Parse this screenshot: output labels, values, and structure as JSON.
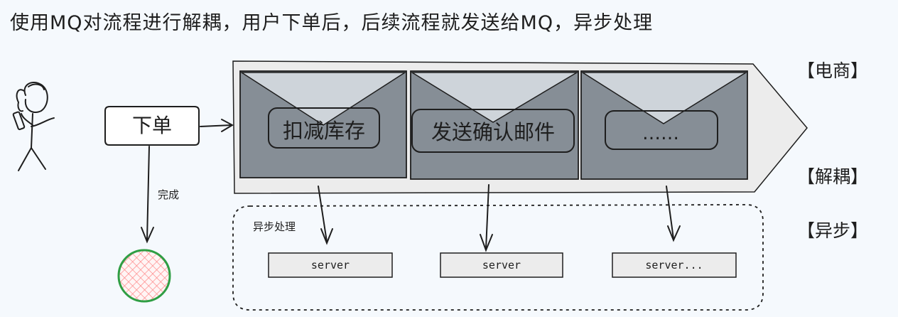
{
  "title": "使用MQ对流程进行解耦，用户下单后，后续流程就发送给MQ，异步处理",
  "labels": {
    "ecommerce": "【电商】",
    "decouple": "【解耦】",
    "async": "【异步】"
  },
  "order": {
    "button_label": "下单",
    "complete_label": "完成"
  },
  "queue": {
    "tasks": [
      "扣减库存",
      "发送确认邮件",
      "……"
    ]
  },
  "async_group": {
    "title": "异步处理",
    "servers": [
      "server",
      "server",
      "server..."
    ]
  },
  "colors": {
    "queue_fill": "#ececec",
    "envelope_fill": "#868e96",
    "envelope_flap": "#ced4da",
    "complete_stroke": "#2f9e44",
    "complete_fill": "#ffc9c9"
  }
}
